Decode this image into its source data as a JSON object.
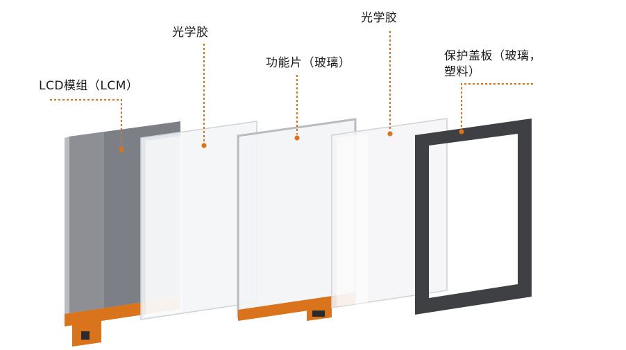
{
  "labels": {
    "lcm": "LCD模组（LCM）",
    "oca_left": "光学胶",
    "functional": "功能片（玻璃）",
    "oca_right": "光学胶",
    "cover_line1": "保护盖板（玻璃，",
    "cover_line2": "塑料）"
  },
  "colors": {
    "accent": "#d9731c",
    "lcm_panel": "#7c7f85",
    "cover_frame": "#3f4043",
    "glass_edge": "#c9ccd0"
  }
}
